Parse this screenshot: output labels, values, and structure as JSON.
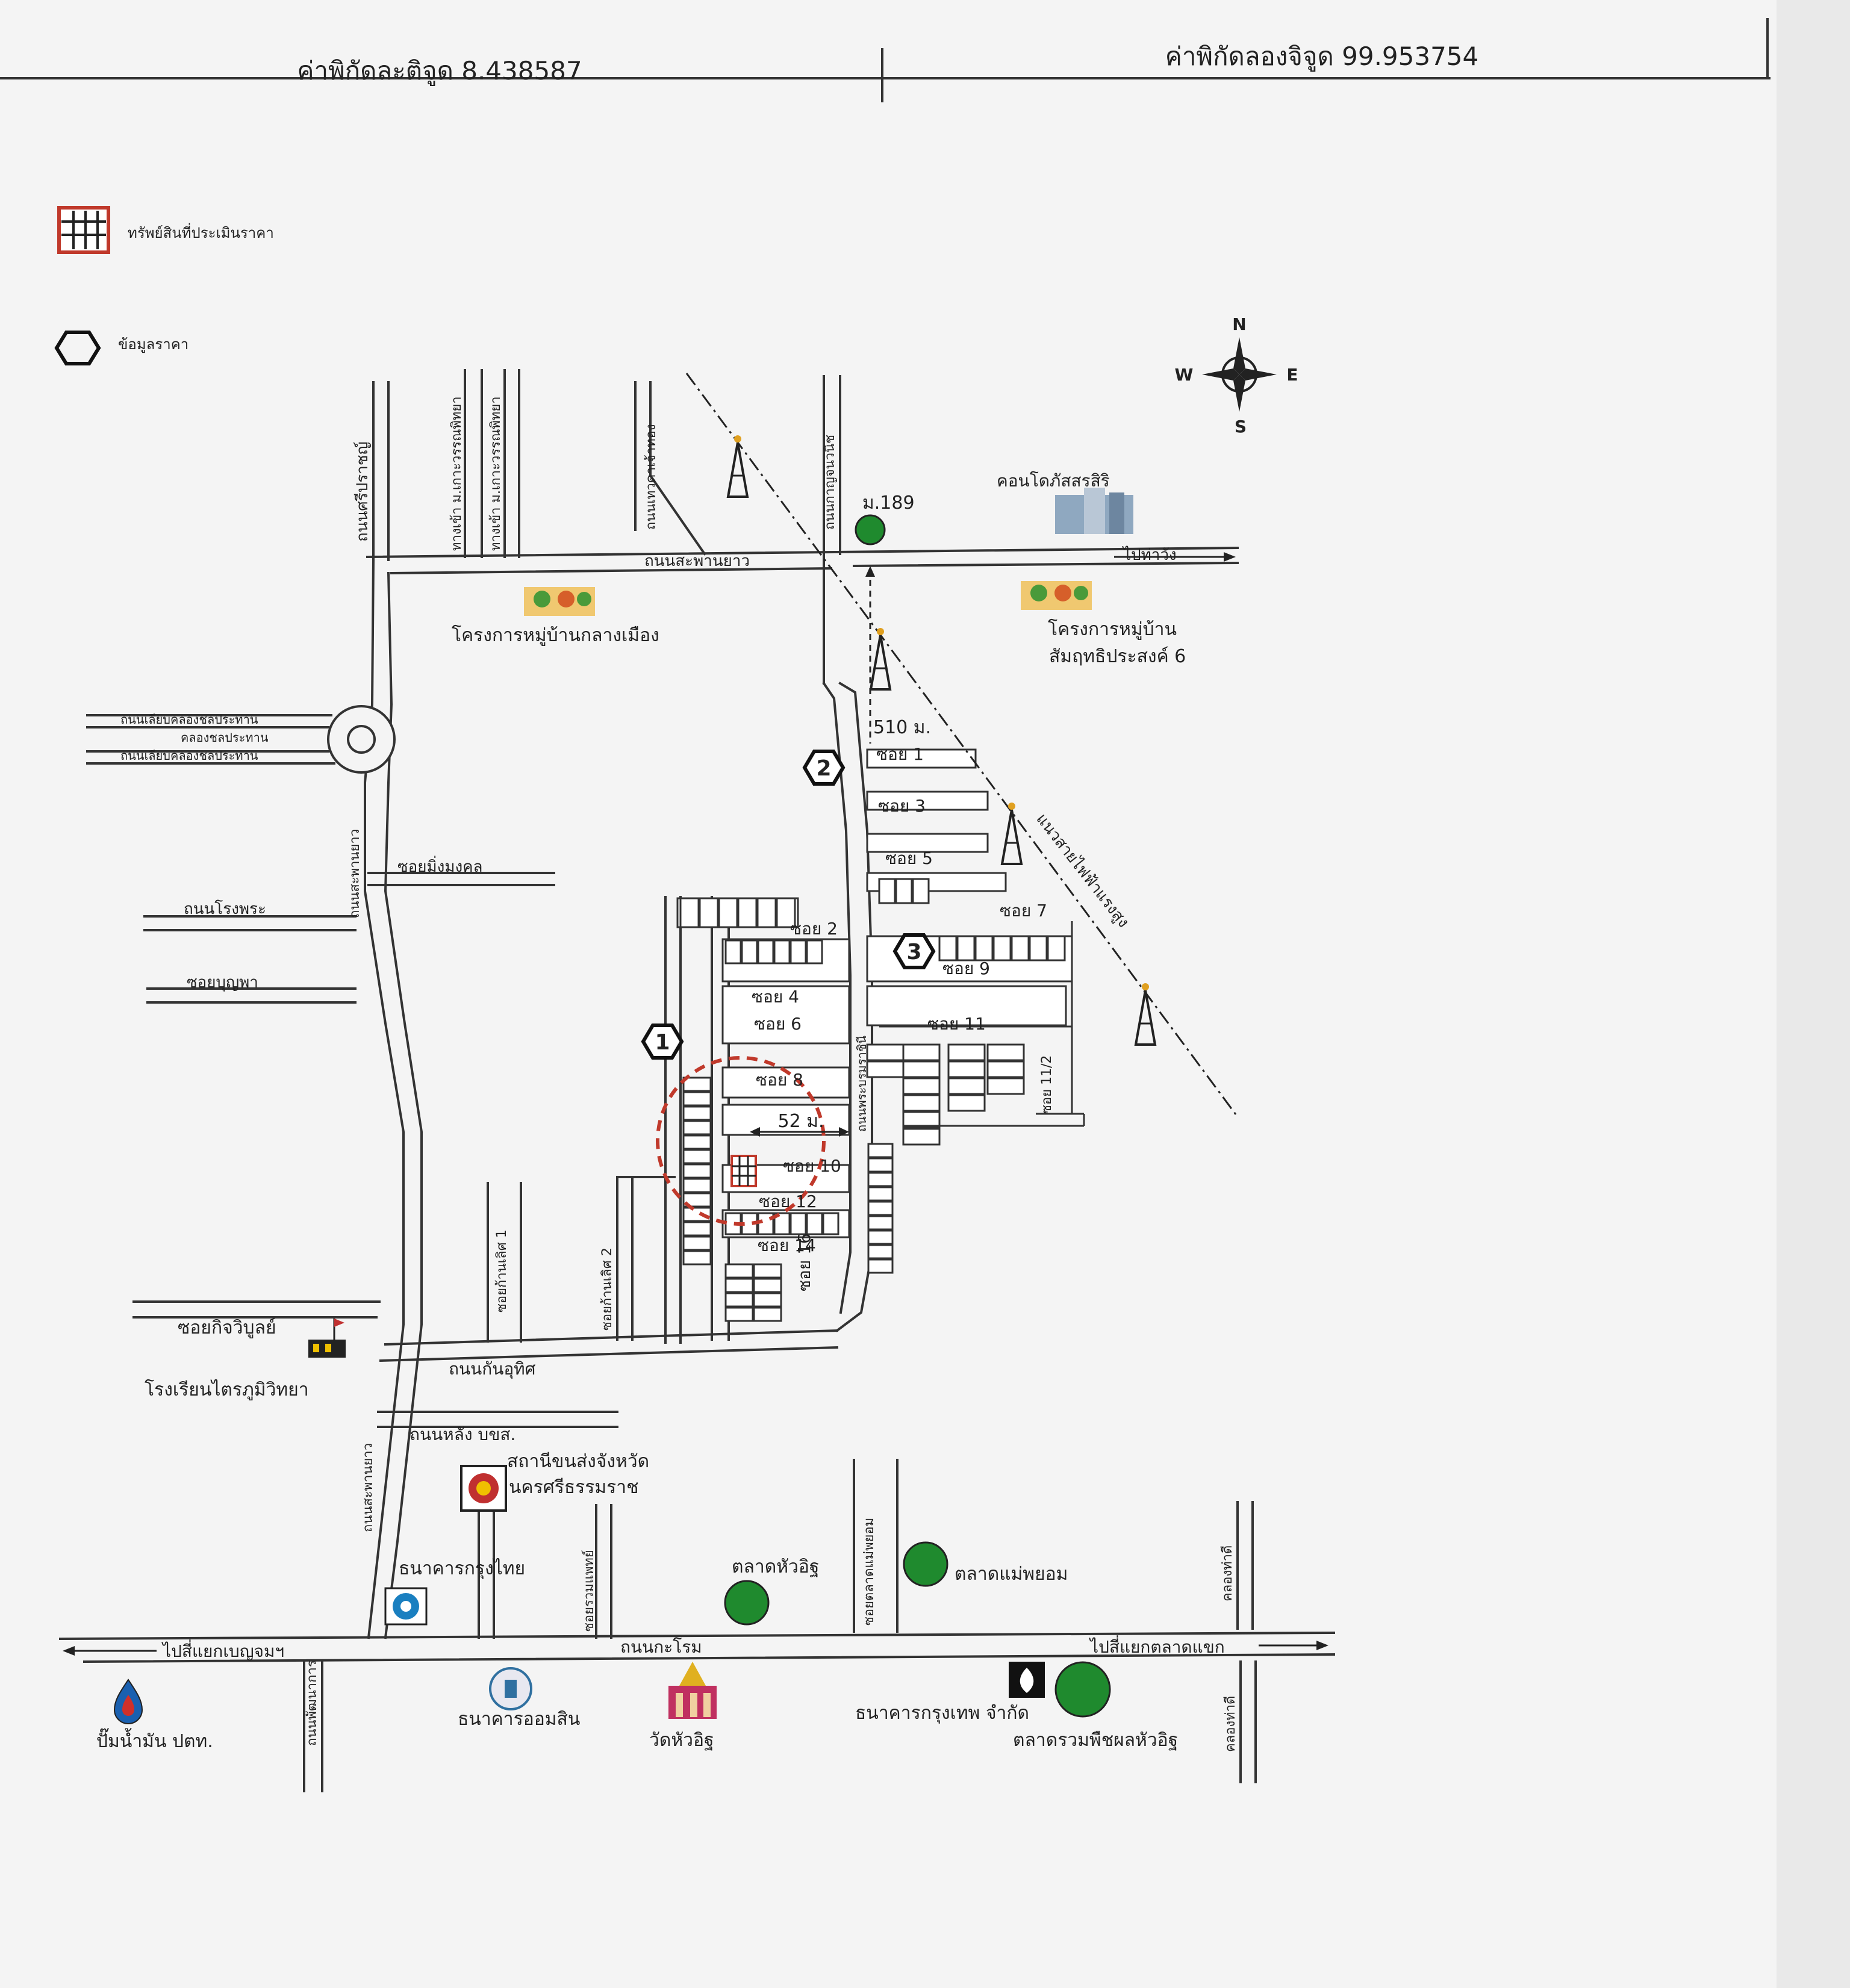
{
  "header": {
    "latitude_label": "ค่าพิกัดละติจูด 8.438587",
    "longitude_label": "ค่าพิกัดลองจิจูด 99.953754"
  },
  "legend": {
    "subject_property": "ทรัพย์สินที่ประเมินราคา",
    "price_data": "ข้อมูลราคา"
  },
  "compass": {
    "n": "N",
    "s": "S",
    "e": "E",
    "w": "W"
  },
  "markers": [
    "1",
    "2",
    "3"
  ],
  "colors": {
    "marker_green": "#1f8a2e",
    "subject_circle": "#c0392b",
    "road": "#333333",
    "paper": "#f4f4f4"
  },
  "roads": {
    "r1": "ถนนศรีปราชญ์",
    "r2": "ทางเข้า ม.เกาะวรรณพิทยา",
    "r3": "ทางเข้า ม.เกาะวรรณพิทยา",
    "r4": "ถนนเทวดาเจ้าทอง",
    "r5": "ถนนกาญจนวนิช",
    "r6": "ถนนสะพานยาว",
    "r7": "ไปท่าวัง",
    "r8": "ถนนเลียบคลองชลประทาน",
    "r9": "คลองชลประทาน",
    "r10": "ถนนเลียบคลองชลประทาน",
    "r11": "ถนนสะพานยาว",
    "r12": "ซอยมิ่งมงคล",
    "r13": "ถนนโรงพระ",
    "r14": "ซอยบุญพา",
    "r15": "ซอยก้านเลิศ 1",
    "r16": "ซอยก้านเลิศ 2",
    "r17": "ซอยกิจวิบูลย์",
    "r18": "ถนนกันอุทิศ",
    "r19": "ถนนหลัง บขส.",
    "r20": "ถนนสะพานยาว",
    "r21": "ซอยรวมแพทย์",
    "r22": "ซอยตลาดแม่พยอม",
    "r23": "ถนนกะโรม",
    "r24": "ไปสี่แยกเบญจมฯ",
    "r25": "ไปสี่แยกตลาดแขก",
    "r26": "ถนนพัฒนาการ",
    "r27": "คลองท่าดี",
    "r28": "คลองท่าดี",
    "r29": "ถนนพระบรมราชินี",
    "r30": "แนวสายไฟฟ้าแรงสูง"
  },
  "sois": {
    "s1": "ซอย 1",
    "s2": "ซอย 2",
    "s3": "ซอย 3",
    "s4": "ซอย 4",
    "s5": "ซอย 5",
    "s6": "ซอย 6",
    "s7": "ซอย 7",
    "s8": "ซอย 8",
    "s9": "ซอย 9",
    "s10": "ซอย 10",
    "s11": "ซอย 11",
    "s112": "ซอย 11/2",
    "s12": "ซอย 12",
    "s14": "ซอย 14",
    "s16": "ซอย 16"
  },
  "distances": {
    "d510": "510 ม.",
    "d52": "52 ม."
  },
  "places": {
    "m189": "ม.189",
    "condo": "คอนโดภัสสรสิริ",
    "village1": "โครงการหมู่บ้านกลางเมือง",
    "village2_l1": "โครงการหมู่บ้าน",
    "village2_l2": "สัมฤทธิประสงค์ 6",
    "school": "โรงเรียนไตรภูมิวิทยา",
    "terminal_l1": "สถานีขนส่งจังหวัด",
    "terminal_l2": "นครศรีธรรมราช",
    "ktb": "ธนาคารกรุงไทย",
    "market1": "ตลาดหัวอิฐ",
    "market2": "ตลาดแม่พยอม",
    "ptt": "ปั๊มน้ำมัน ปตท.",
    "gsb": "ธนาคารออมสิน",
    "temple": "วัดหัวอิฐ",
    "bbl": "ธนาคารกรุงเทพ จำกัด",
    "fruit_market": "ตลาดรวมพืชผลหัวอิฐ"
  }
}
